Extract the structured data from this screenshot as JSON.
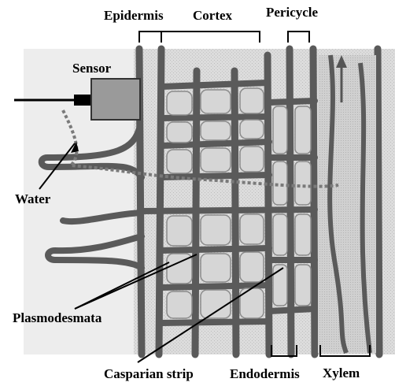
{
  "labels": {
    "sensor": "Sensor",
    "epidermis": "Epidermis",
    "cortex": "Cortex",
    "pericycle": "Pericycle",
    "water": "Water",
    "plasmodesmata": "Plasmodesmata",
    "casparian_strip": "Casparian strip",
    "endodermis": "Endodermis",
    "xylem": "Xylem"
  },
  "colors": {
    "background_tissue": "#d9d9d9",
    "cell_wall": "#555555",
    "cell_fill": "#cfcfcf",
    "water_path": "#8a8a8a",
    "sensor_body": "#9a9a9a"
  }
}
